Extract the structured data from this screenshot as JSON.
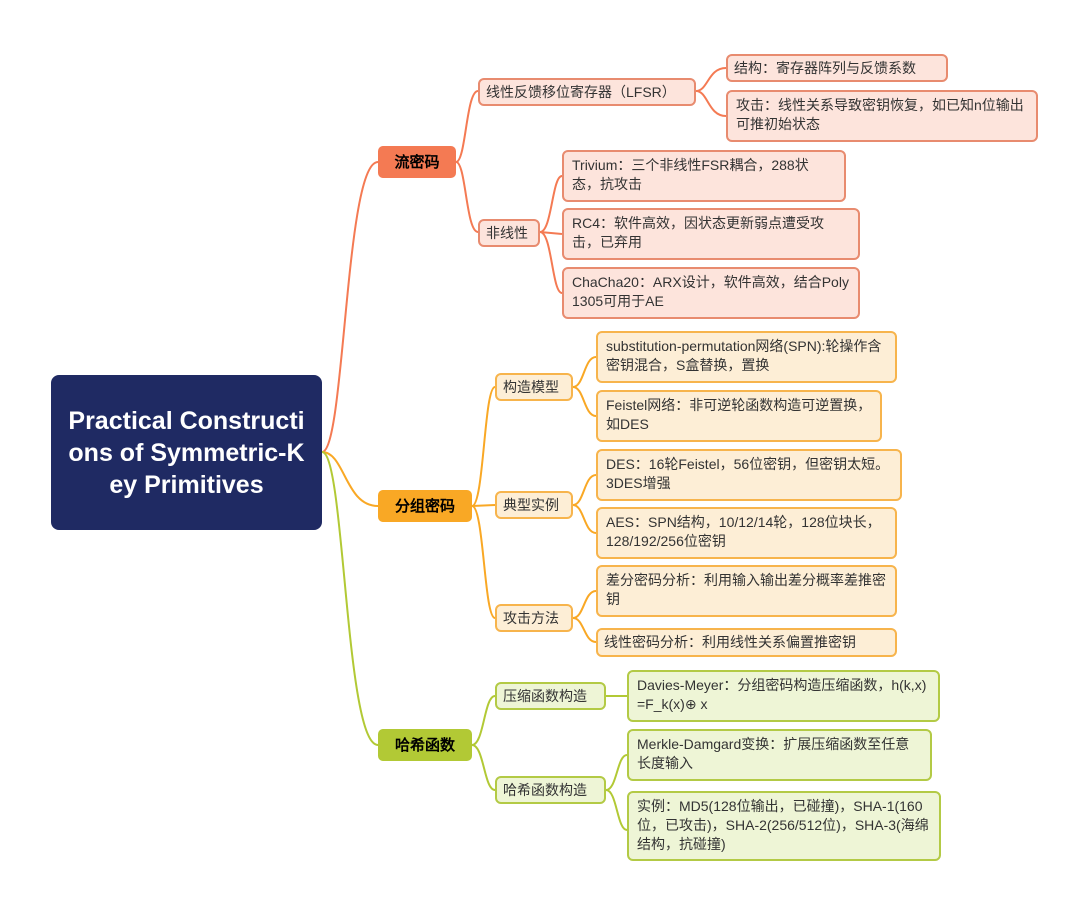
{
  "root": {
    "title": "Practical Constructions of Symmetric-Key Primitives"
  },
  "colors": {
    "root": "#1f2a63",
    "stream": "#f47a53",
    "block": "#f9a825",
    "hash": "#b2c935"
  },
  "stream": {
    "title": "流密码",
    "lfsr": {
      "label": "线性反馈移位寄存器（LFSR）",
      "structure": "结构：寄存器阵列与反馈系数",
      "attack": "攻击：线性关系导致密钥恢复，如已知n位输出可推初始状态"
    },
    "nonlinear": {
      "label": "非线性",
      "trivium": "Trivium：三个非线性FSR耦合，288状态，抗攻击",
      "rc4": "RC4：软件高效，因状态更新弱点遭受攻击，已弃用",
      "chacha": "ChaCha20：ARX设计，软件高效，结合Poly1305可用于AE"
    }
  },
  "block": {
    "title": "分组密码",
    "model": {
      "label": "构造模型",
      "spn": "substitution-permutation网络(SPN):轮操作含密钥混合，S盒替换，置换",
      "feistel": "Feistel网络：非可逆轮函数构造可逆置换，如DES"
    },
    "examples": {
      "label": "典型实例",
      "des": "DES：16轮Feistel，56位密钥，但密钥太短。3DES增强",
      "aes": "AES：SPN结构，10/12/14轮，128位块长，128/192/256位密钥"
    },
    "attacks": {
      "label": "攻击方法",
      "differential": "差分密码分析：利用输入输出差分概率差推密钥",
      "linear": "线性密码分析：利用线性关系偏置推密钥"
    }
  },
  "hash": {
    "title": "哈希函数",
    "compression": {
      "label": "压缩函数构造",
      "davies": "Davies-Meyer：分组密码构造压缩函数，h(k,x)=F_k(x)⊕ x"
    },
    "construction": {
      "label": "哈希函数构造",
      "merkle": "Merkle-Damgard变换：扩展压缩函数至任意长度输入",
      "instances": "实例：MD5(128位输出，已碰撞)，SHA-1(160位，已攻击)，SHA-2(256/512位)，SHA-3(海绵结构，抗碰撞)"
    }
  }
}
